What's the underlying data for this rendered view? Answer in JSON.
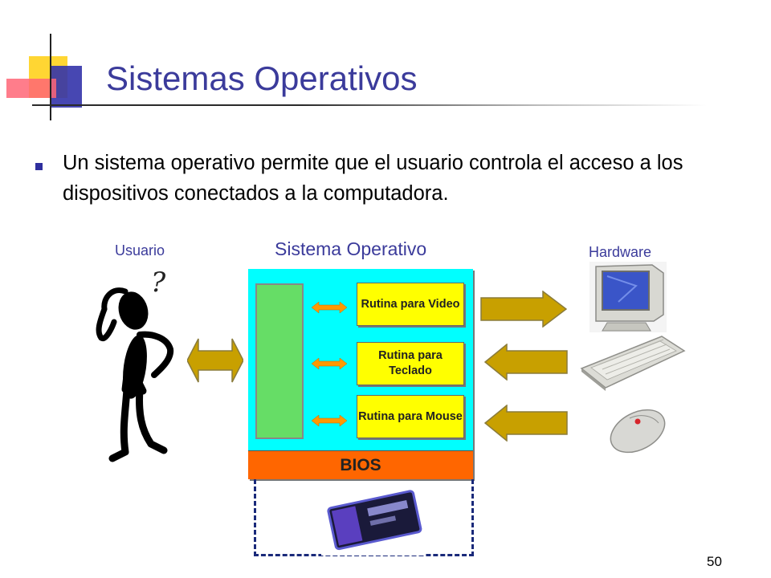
{
  "slide": {
    "title": "Sistemas Operativos",
    "bullet": "Un sistema operativo permite que el usuario controla el acceso a los dispositivos conectados a la computadora.",
    "page_number": "50"
  },
  "diagram": {
    "labels": {
      "user": "Usuario",
      "os": "Sistema Operativo",
      "hardware": "Hardware"
    },
    "routines": [
      {
        "label": "Rutina para Video"
      },
      {
        "label": "Rutina para Teclado"
      },
      {
        "label": "Rutina para Mouse"
      }
    ],
    "bios_label": "BIOS",
    "question_mark": "?",
    "colors": {
      "os_panel": "#00FFFF",
      "app_block": "#66DD66",
      "routine": "#FFFF00",
      "bios": "#FF6600",
      "arrows": "#C8A000",
      "title": "#3B3B9B"
    }
  }
}
